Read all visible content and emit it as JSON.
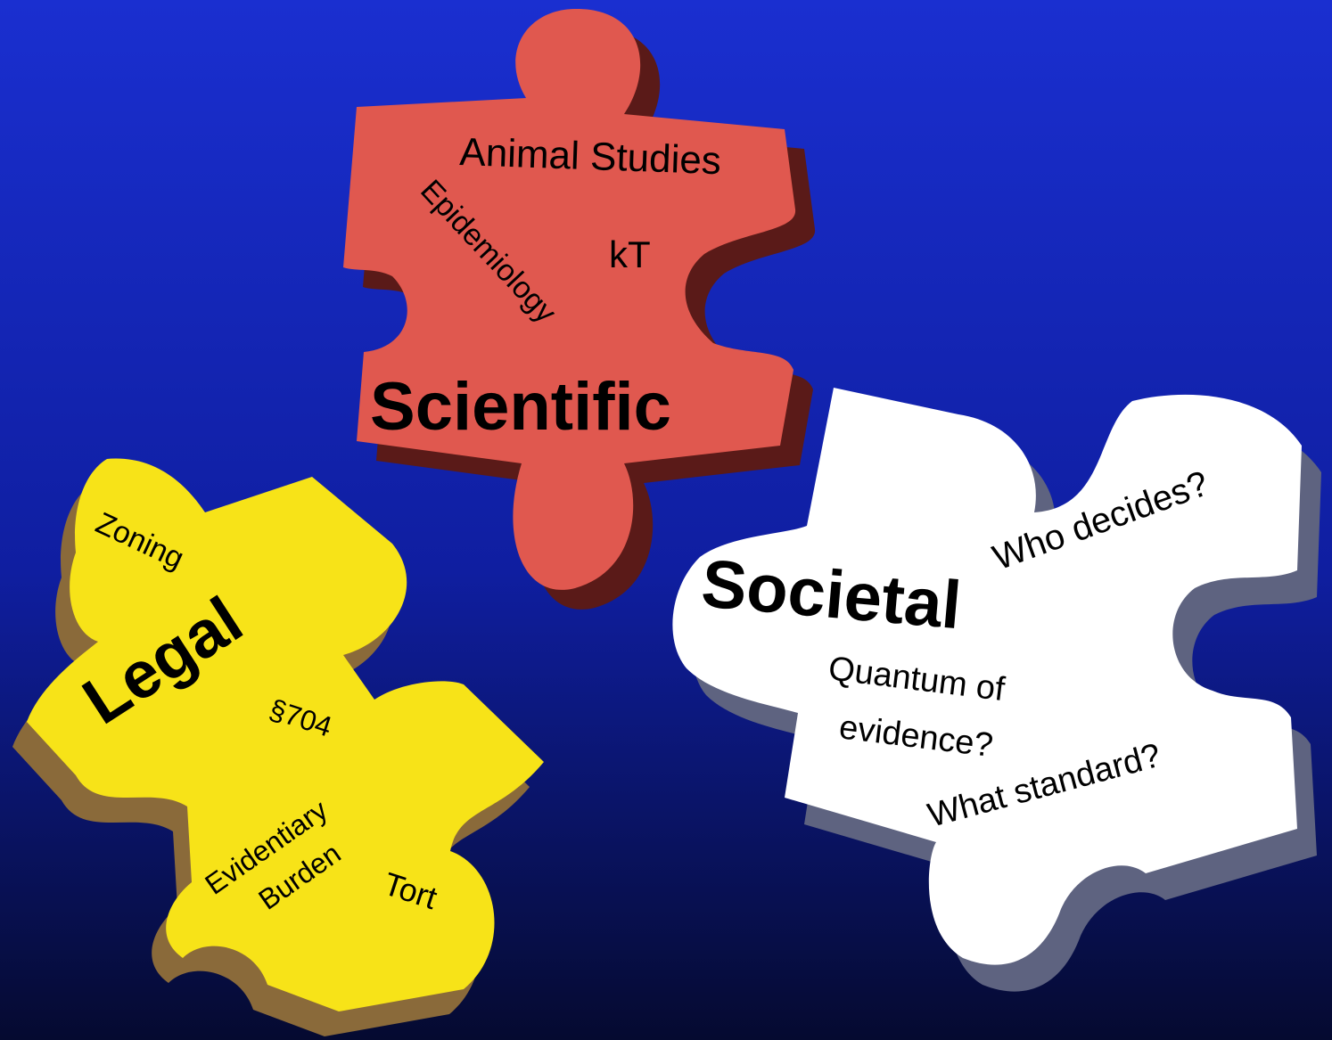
{
  "pieces": {
    "scientific": {
      "title": "Scientific",
      "terms": {
        "animal_studies": "Animal Studies",
        "epidemiology": "Epidemiology",
        "kt": "kT"
      },
      "color": "#e0584f",
      "side_color": "#5a1a18"
    },
    "legal": {
      "title": "Legal",
      "terms": {
        "zoning": "Zoning",
        "section": "§704",
        "evidentiary": "Evidentiary",
        "burden": "Burden",
        "tort": "Tort"
      },
      "color": "#f7e318",
      "side_color": "#8a6a3a"
    },
    "societal": {
      "title": "Societal",
      "terms": {
        "who_decides": "Who decides?",
        "quantum": "Quantum of",
        "evidence": "evidence?",
        "what_standard": "What standard?"
      },
      "color": "#ffffff",
      "side_color": "#5e6380"
    }
  },
  "background": {
    "top_color": "#1a2fd0",
    "bottom_color": "#050a30"
  }
}
